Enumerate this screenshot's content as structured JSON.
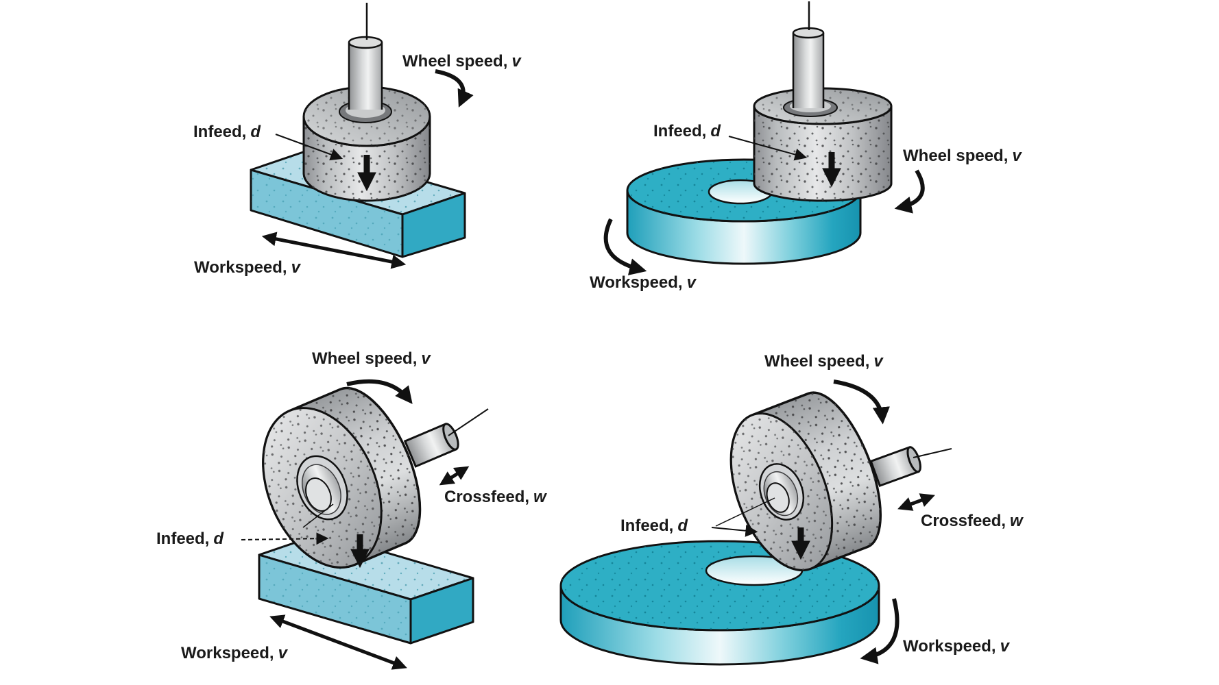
{
  "figure": {
    "description_visible_text_only": true,
    "background": "#ffffff"
  },
  "palette": {
    "outline": "#111111",
    "label_color": "#1a1a1a",
    "workpiece_teal_top": "#2eafc5",
    "workpiece_block_top": "#b7dde9",
    "workpiece_block_front": "#7cc5d8",
    "workpiece_block_right": "#31a9c3",
    "wheel_gray_light": "#e4e6e7",
    "wheel_gray_dark": "#8e9094"
  },
  "diagrams": {
    "top_left": {
      "labels": {
        "wheel_speed": {
          "text": "Wheel speed,",
          "var": "v"
        },
        "infeed": {
          "text": "Infeed,",
          "var": "d"
        },
        "workspeed": {
          "text": "Workspeed,",
          "var": "v"
        }
      }
    },
    "top_right": {
      "labels": {
        "infeed": {
          "text": "Infeed,",
          "var": "d"
        },
        "wheel_speed": {
          "text": "Wheel speed,",
          "var": "v"
        },
        "workspeed": {
          "text": "Workspeed,",
          "var": "v"
        }
      }
    },
    "bottom_left": {
      "labels": {
        "wheel_speed": {
          "text": "Wheel speed,",
          "var": "v"
        },
        "crossfeed": {
          "text": "Crossfeed,",
          "var": "w"
        },
        "infeed": {
          "text": "Infeed,",
          "var": "d"
        },
        "workspeed": {
          "text": "Workspeed,",
          "var": "v"
        }
      }
    },
    "bottom_right": {
      "labels": {
        "wheel_speed": {
          "text": "Wheel speed,",
          "var": "v"
        },
        "infeed": {
          "text": "Infeed,",
          "var": "d"
        },
        "crossfeed": {
          "text": "Crossfeed,",
          "var": "w"
        },
        "workspeed": {
          "text": "Workspeed,",
          "var": "v"
        }
      }
    }
  }
}
